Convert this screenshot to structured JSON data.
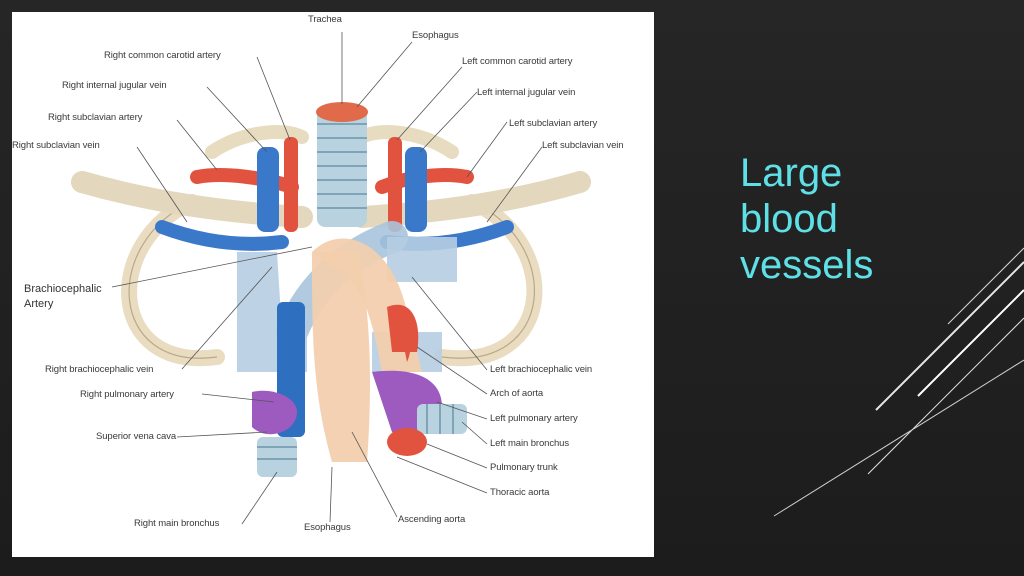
{
  "slide": {
    "title_lines": [
      "Large",
      "blood",
      "vessels"
    ]
  },
  "figure": {
    "labels": {
      "trachea": "Trachea",
      "esophagus_top": "Esophagus",
      "right_common_carotid_artery": "Right common carotid artery",
      "right_internal_jugular_vein": "Right internal jugular vein",
      "right_subclavian_artery": "Right subclavian artery",
      "right_subclavian_vein": "Right subclavian vein",
      "left_common_carotid_artery": "Left common carotid artery",
      "left_internal_jugular_vein": "Left internal jugular vein",
      "left_subclavian_artery": "Left subclavian artery",
      "left_subclavian_vein": "Left subclavian vein",
      "right_brachiocephalic_vein": "Right brachiocephalic vein",
      "right_pulmonary_artery": "Right pulmonary artery",
      "superior_vena_cava": "Superior vena cava",
      "right_main_bronchus": "Right main bronchus",
      "esophagus_bottom": "Esophagus",
      "ascending_aorta": "Ascending aorta",
      "left_brachiocephalic_vein": "Left brachiocephalic vein",
      "arch_of_aorta": "Arch of aorta",
      "left_pulmonary_artery": "Left pulmonary artery",
      "left_main_bronchus": "Left main bronchus",
      "pulmonary_trunk": "Pulmonary trunk",
      "thoracic_aorta": "Thoracic aorta"
    },
    "annotation": {
      "line1": "Brachiocephalic",
      "line2": "Artery"
    }
  },
  "colors": {
    "title": "#5ee0e6",
    "artery": "#e2533f",
    "vein": "#3a79c9",
    "pulmonary": "#9d5bc0",
    "bone": "#e8dcc0",
    "aorta": "#f2cfae"
  }
}
